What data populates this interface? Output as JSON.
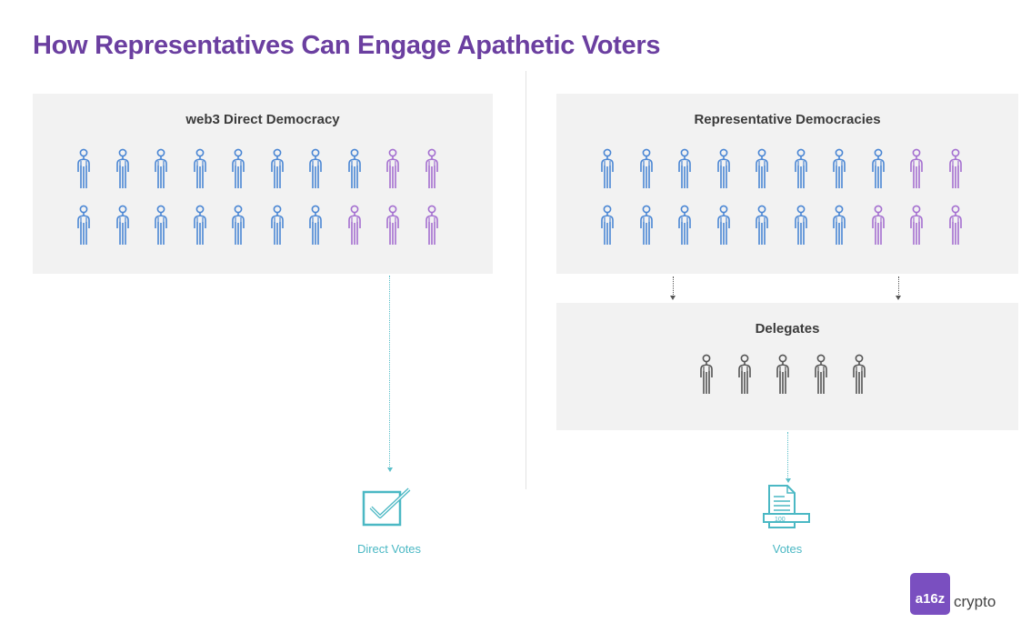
{
  "title": "How Representatives Can Engage Apathetic Voters",
  "colors": {
    "title": "#6b3fa0",
    "blue": "#4a86d4",
    "purple": "#a46fd0",
    "gray": "#555555",
    "teal": "#4bb8c4",
    "panel": "#f2f2f2"
  },
  "left_panel": {
    "title": "web3 Direct Democracy",
    "rows": [
      [
        "blue",
        "blue",
        "blue",
        "blue",
        "blue",
        "blue",
        "blue",
        "blue",
        "purple",
        "purple"
      ],
      [
        "blue",
        "blue",
        "blue",
        "blue",
        "blue",
        "blue",
        "blue",
        "purple",
        "purple",
        "purple"
      ]
    ]
  },
  "right_panel": {
    "title": "Representative Democracies",
    "rows": [
      [
        "blue",
        "blue",
        "blue",
        "blue",
        "blue",
        "blue",
        "blue",
        "blue",
        "purple",
        "purple"
      ],
      [
        "blue",
        "blue",
        "blue",
        "blue",
        "blue",
        "blue",
        "blue",
        "purple",
        "purple",
        "purple"
      ]
    ]
  },
  "delegates": {
    "title": "Delegates",
    "count": 5
  },
  "outcomes": {
    "direct": {
      "label": "Direct Votes",
      "icon": "checkbox-check-icon"
    },
    "votes": {
      "label": "Votes",
      "icon": "ballot-document-icon",
      "ballot_number": "100"
    }
  },
  "logo": {
    "mark": "a16z",
    "text": "crypto"
  }
}
